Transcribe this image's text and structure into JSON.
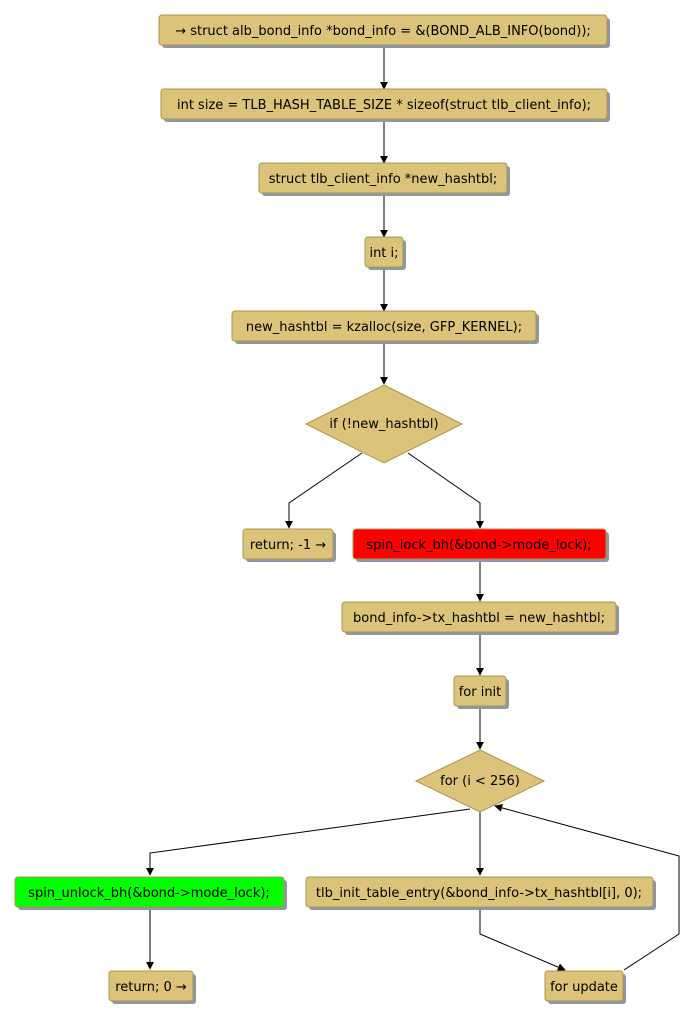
{
  "colors": {
    "node_fill": "#dbc47a",
    "node_stroke": "#a89550",
    "shadow": "#8f96a6",
    "highlight_red": "#ff0000",
    "highlight_green": "#00ff00",
    "edge": "#000000"
  },
  "nodes": {
    "entry": "→ struct alb_bond_info *bond_info = &(BOND_ALB_INFO(bond));",
    "size_decl": "int size = TLB_HASH_TABLE_SIZE * sizeof(struct tlb_client_info);",
    "hashtbl_decl": "struct tlb_client_info *new_hashtbl;",
    "i_decl": "int i;",
    "kzalloc": "new_hashtbl = kzalloc(size, GFP_KERNEL);",
    "if_cond": "if (!new_hashtbl)",
    "return_error": "return; -1 →",
    "spin_lock": "spin_lock_bh(&bond->mode_lock);",
    "assign_hashtbl": "bond_info->tx_hashtbl = new_hashtbl;",
    "for_init": "for init",
    "for_cond": "for (i < 256)",
    "spin_unlock": "spin_unlock_bh(&bond->mode_lock);",
    "init_entry": "tlb_init_table_entry(&bond_info->tx_hashtbl[i], 0);",
    "return_ok": "return; 0 →",
    "for_update": "for update"
  }
}
